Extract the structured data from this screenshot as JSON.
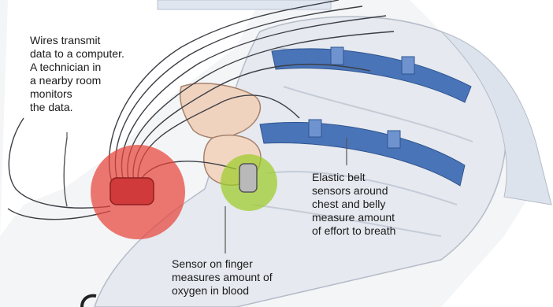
{
  "captions": {
    "wires": [
      "Wires transmit",
      "data to a computer.",
      "A technician in",
      "a nearby room",
      "monitors",
      "the data."
    ],
    "belt": [
      "Elastic belt",
      "sensors around",
      "chest and belly",
      "measure amount",
      "of effort to breath"
    ],
    "finger": [
      "Sensor on finger",
      "measures amount of",
      "oxygen in blood"
    ]
  },
  "highlights": {
    "wire_hub_color": "#e8453c",
    "finger_sensor_color": "#9ccc2a",
    "belt_color": "#4a74b8"
  },
  "icons": [
    "monitor-hub-icon",
    "finger-sensor-icon"
  ]
}
